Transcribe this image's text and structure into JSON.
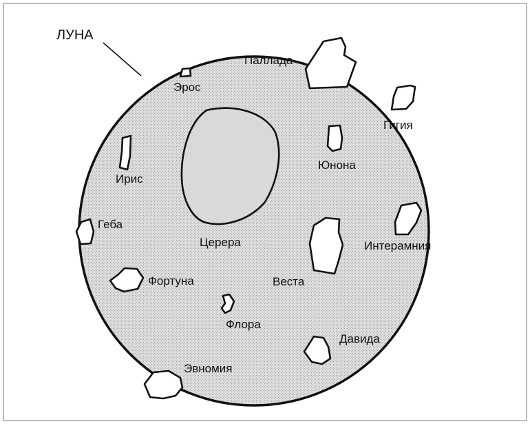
{
  "moon_label": "ЛУНА",
  "asteroids": {
    "pallada": "Паллада",
    "eros": "Эрос",
    "gigiya": "Гигия",
    "yunona": "Юнона",
    "iris": "Ирис",
    "geba": "Геба",
    "tserera": "Церера",
    "interamniya": "Интерамния",
    "vesta": "Веста",
    "fortuna": "Фортуна",
    "flora": "Флора",
    "davida": "Давида",
    "evnomiya": "Эвномия"
  },
  "colors": {
    "moon_fill": "#d9d9d9",
    "outline": "#111111",
    "background": "#ffffff"
  }
}
